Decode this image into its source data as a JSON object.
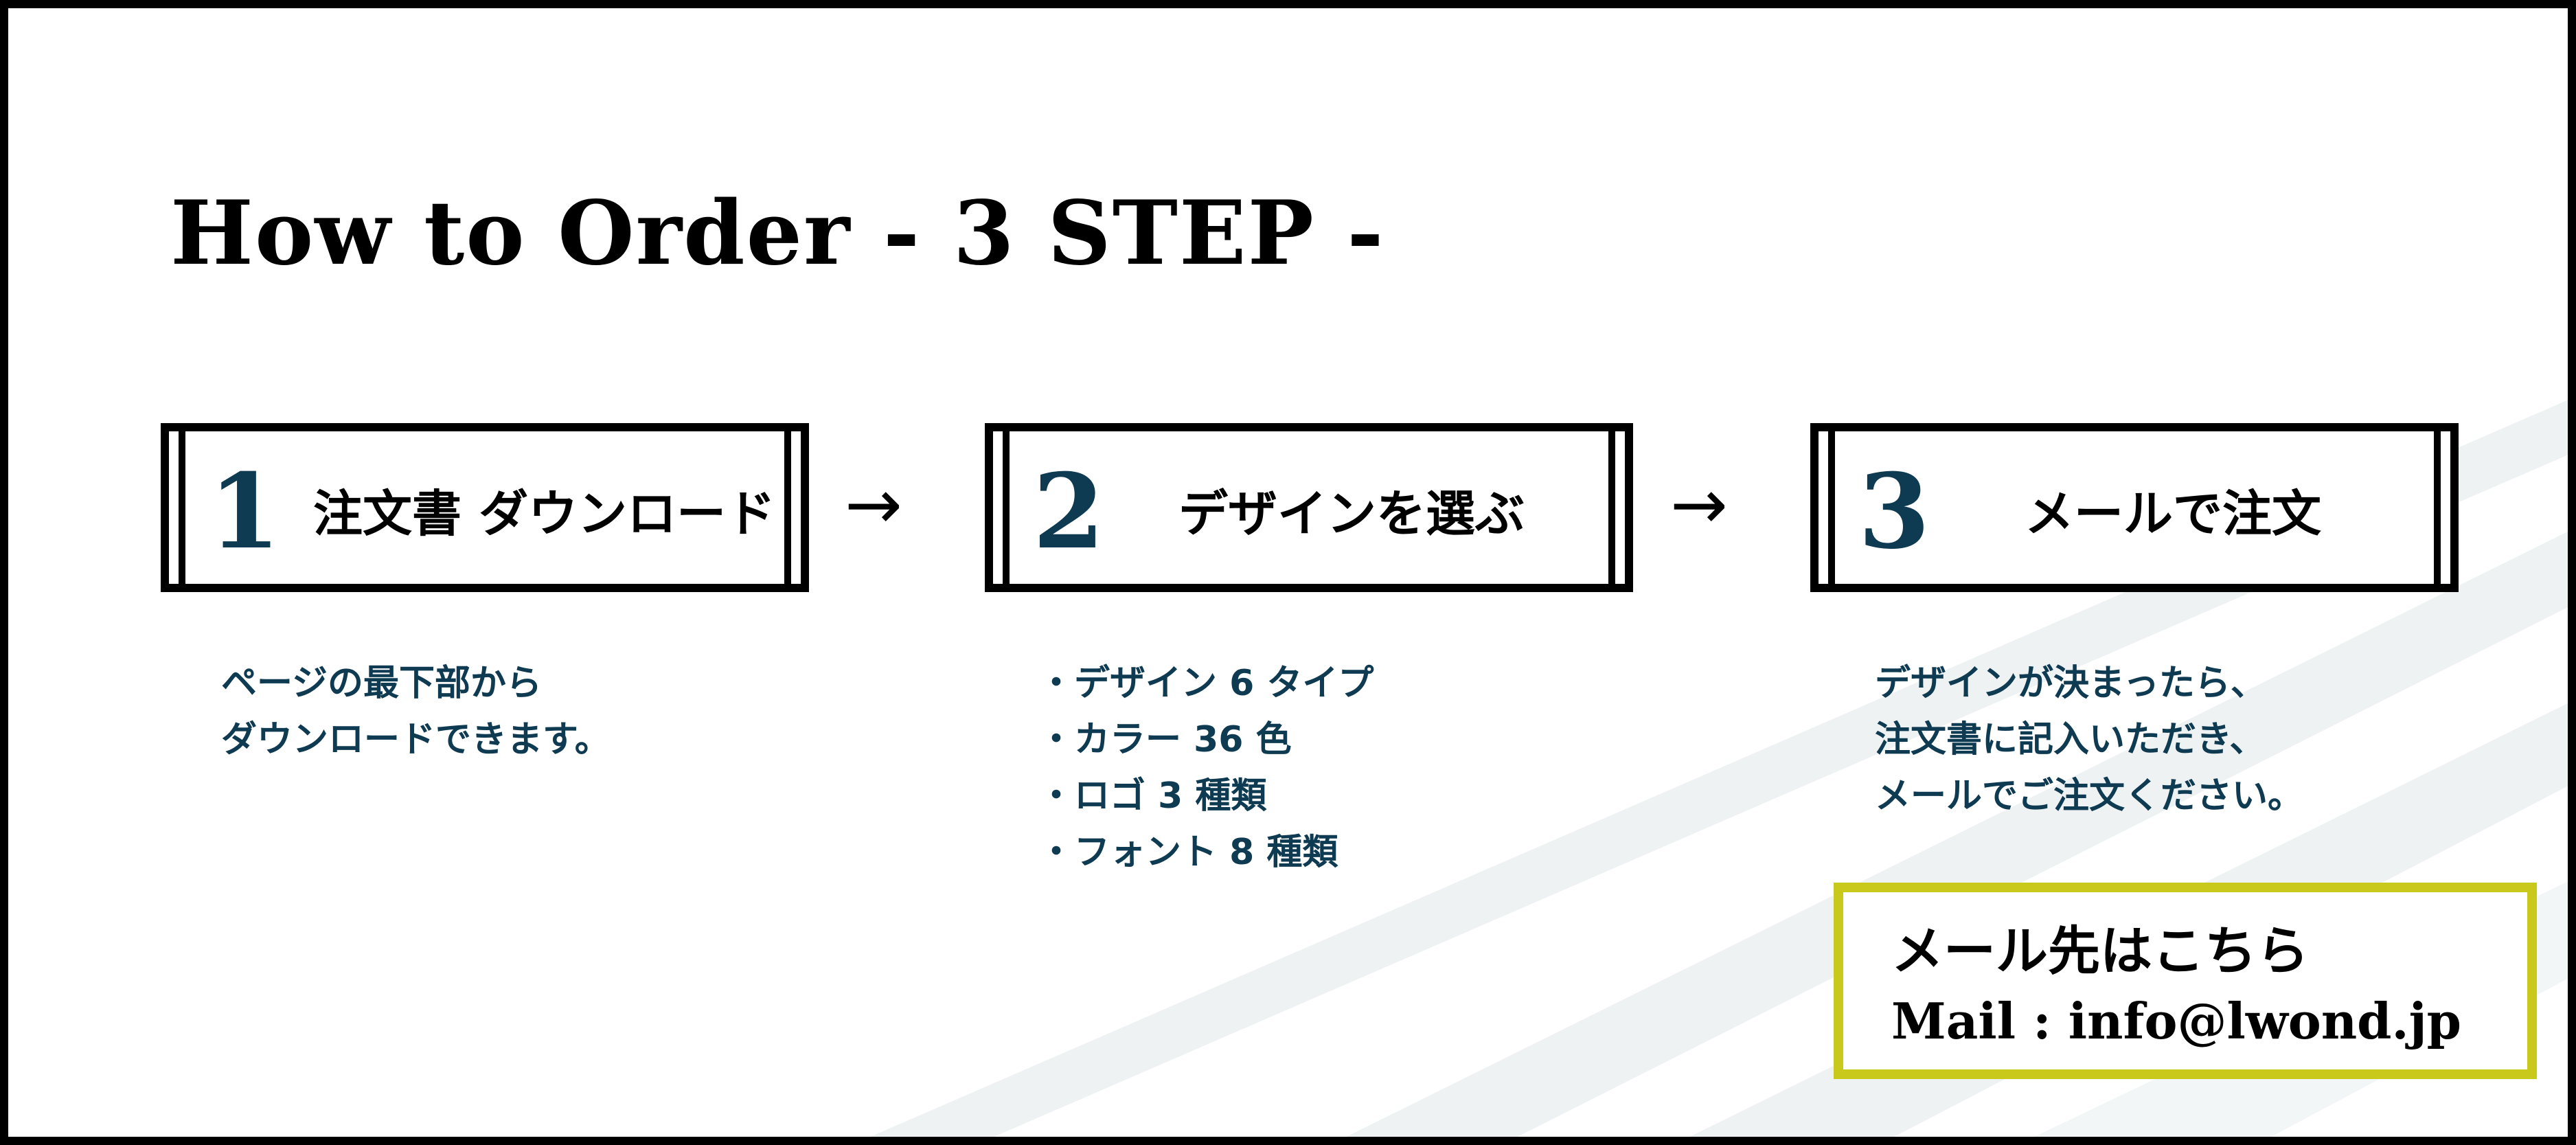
{
  "title": "How to Order - 3 STEP -",
  "steps": [
    {
      "number": "1",
      "label": "注文書 ダウンロード",
      "description": [
        "ページの最下部から",
        "ダウンロードできます。"
      ]
    },
    {
      "number": "2",
      "label": "デザインを選ぶ",
      "description": [
        "・デザイン 6 タイプ",
        "・カラー 36 色",
        "・ロゴ 3 種類",
        "・フォント 8 種類"
      ]
    },
    {
      "number": "3",
      "label": "メールで注文",
      "description": [
        "デザインが決まったら、",
        "注文書に記入いただき、",
        "メールでご注文ください。"
      ]
    }
  ],
  "arrows": [
    "→",
    "→"
  ],
  "contact": {
    "heading": "メール先はこちら",
    "mail": "Mail : info@lwond.jp"
  },
  "colors": {
    "accent_navy": "#0e3a52",
    "mail_border": "#c9c91b",
    "frame": "#000000",
    "stripes": "#eef2f3"
  }
}
